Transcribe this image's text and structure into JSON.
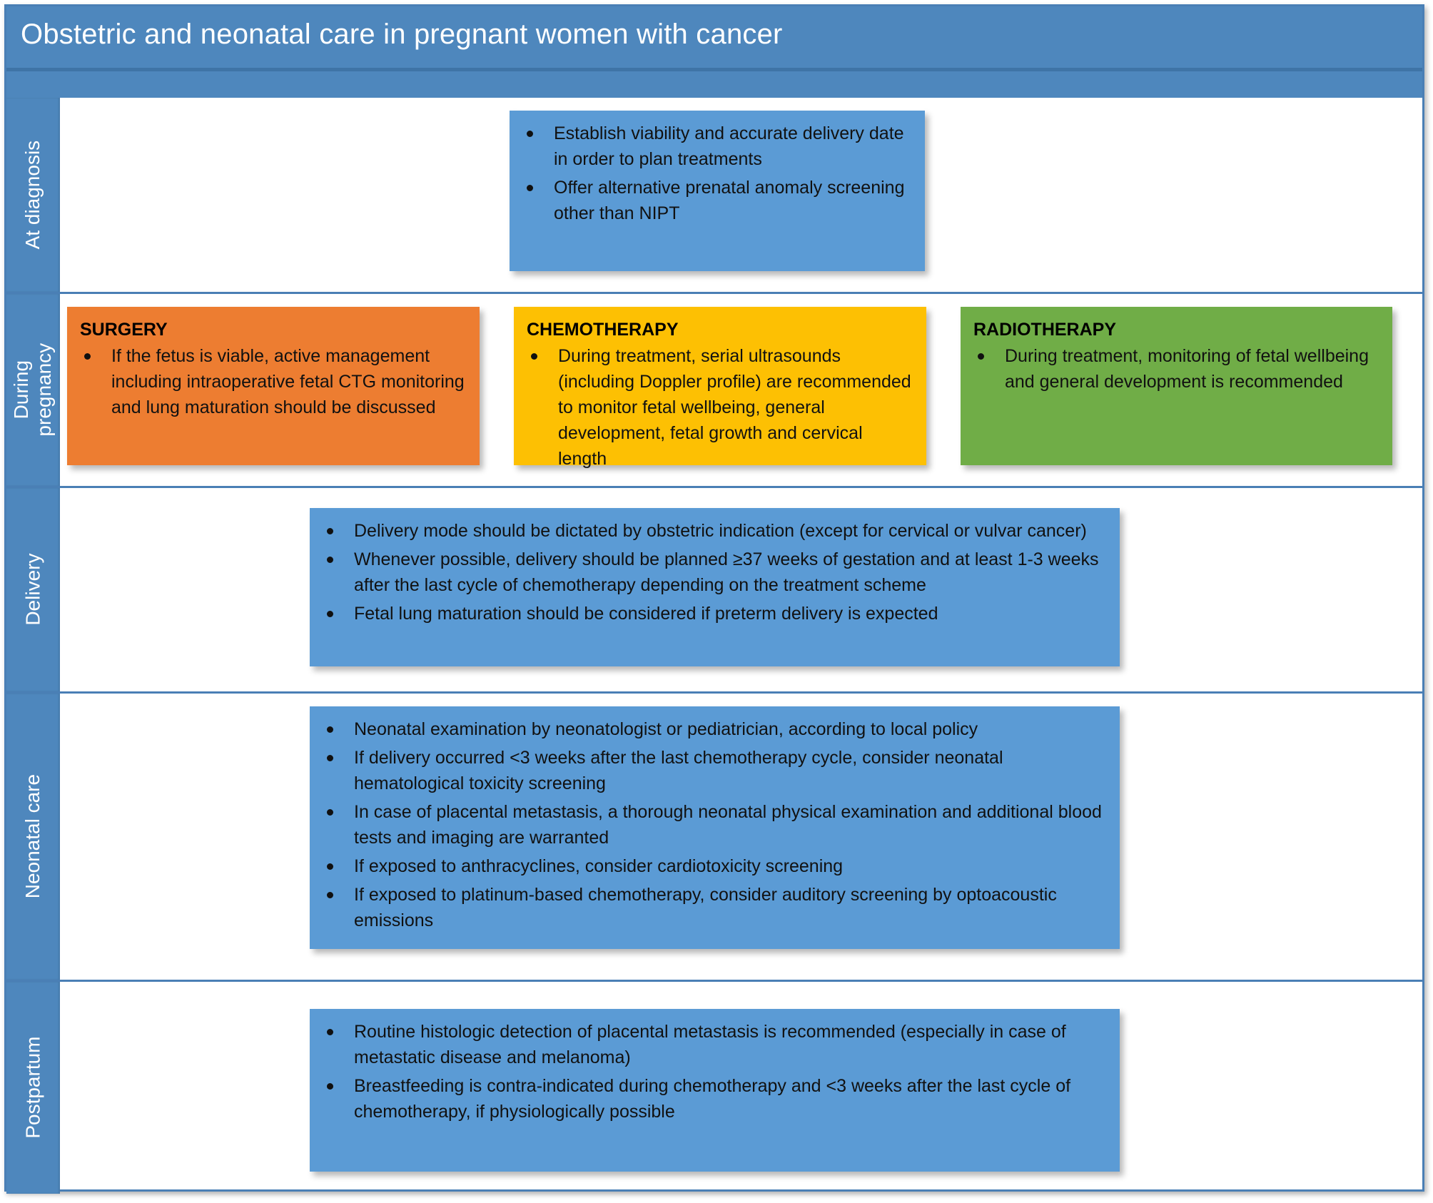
{
  "title": "Obstetric and neonatal care in pregnant women with cancer",
  "colors": {
    "banner_blue": "#4e87bd",
    "card_blue": "#5b9bd5",
    "surgery_orange": "#ed7d31",
    "chemo_yellow": "#fdc003",
    "radio_green": "#70ad47",
    "frame_border": "#4a7fb5"
  },
  "rows": [
    {
      "label": "At diagnosis",
      "cards": [
        {
          "heading": "",
          "color": "blue",
          "bullets": [
            "Establish viability and accurate delivery date in order to plan treatments",
            "Offer alternative prenatal anomaly screening other than NIPT"
          ]
        }
      ]
    },
    {
      "label": "During\npregnancy",
      "cards": [
        {
          "heading": "SURGERY",
          "color": "orange",
          "bullets": [
            "If the fetus is viable, active management including intraoperative fetal CTG monitoring and lung maturation should be discussed"
          ]
        },
        {
          "heading": "CHEMOTHERAPY",
          "color": "yellow",
          "bullets": [
            "During treatment, serial ultrasounds (including Doppler profile) are recommended to monitor fetal wellbeing, general development, fetal growth and cervical length"
          ]
        },
        {
          "heading": "RADIOTHERAPY",
          "color": "green",
          "bullets": [
            "During treatment, monitoring of fetal wellbeing and general development is recommended"
          ]
        }
      ]
    },
    {
      "label": "Delivery",
      "cards": [
        {
          "heading": "",
          "color": "blue",
          "bullets": [
            "Delivery mode should be dictated by obstetric indication (except for cervical or vulvar cancer)",
            "Whenever possible, delivery should be planned ≥37 weeks of gestation and at least 1-3 weeks after the last cycle of chemotherapy depending on the treatment scheme",
            "Fetal lung maturation should be considered if preterm delivery is expected"
          ]
        }
      ]
    },
    {
      "label": "Neonatal care",
      "cards": [
        {
          "heading": "",
          "color": "blue",
          "bullets": [
            "Neonatal examination by neonatologist or pediatrician, according to local policy",
            "If delivery occurred <3 weeks after the last chemotherapy cycle, consider neonatal hematological toxicity screening",
            "In case of placental metastasis, a thorough neonatal physical examination and additional blood tests and imaging are warranted",
            "If exposed to anthracyclines, consider cardiotoxicity screening",
            "If exposed to platinum-based chemotherapy, consider auditory screening by optoacoustic emissions"
          ]
        }
      ]
    },
    {
      "label": "Postpartum",
      "cards": [
        {
          "heading": "",
          "color": "blue",
          "bullets": [
            "Routine histologic detection of placental metastasis is recommended (especially in case of metastatic disease and melanoma)",
            "Breastfeeding is contra-indicated during chemotherapy and <3 weeks after the last cycle of chemotherapy, if physiologically possible"
          ]
        }
      ]
    }
  ]
}
